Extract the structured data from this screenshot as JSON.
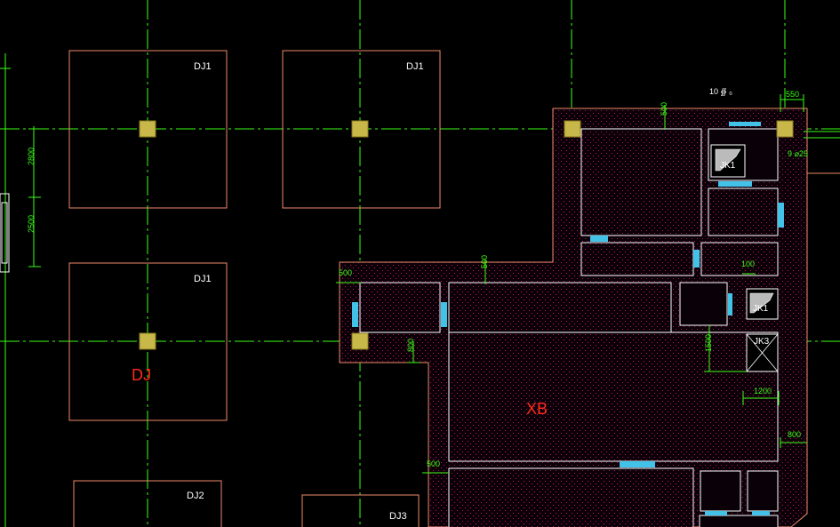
{
  "colors": {
    "background": "#000000",
    "axis": "#39ff14",
    "footing_outline": "#f08a6a",
    "column": "#c8b84a",
    "slab_hatch": "#d01060",
    "wall": "#ffffff",
    "opening": "#43c2e8",
    "dimension": "#39ff14",
    "annotation": "#ff2a1a"
  },
  "footings": {
    "dj1_a": "DJ1",
    "dj1_b": "DJ1",
    "dj1_c": "DJ1",
    "dj2": "DJ2",
    "dj3": "DJ3"
  },
  "pits": {
    "jk1_a": "JK1",
    "jk1_b": "JK1",
    "jk3": "JK3"
  },
  "annotations": {
    "dj": "DJ",
    "xb": "XB"
  },
  "dimensions": {
    "d2800": "2800",
    "d2500": "2500",
    "d500_top": "500",
    "d500_left": "500",
    "d500_mid": "500",
    "d500_bottom": "500",
    "d800_left": "800",
    "d800_right": "800",
    "d550": "550",
    "d100": "100",
    "d1500": "1500",
    "d1200": "1200",
    "rebar_top": "10 ∯ ₀",
    "rebar_right": "9 ⌀25"
  }
}
